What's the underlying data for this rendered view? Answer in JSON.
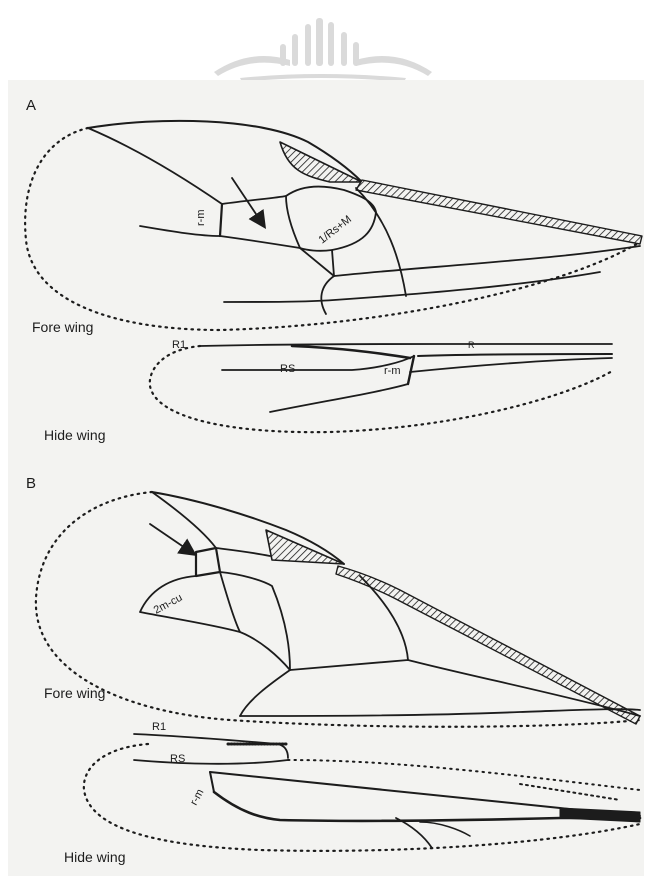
{
  "watermark": {
    "type": "university-seal"
  },
  "panels": [
    {
      "id": "A",
      "label": "A",
      "fore_wing": {
        "caption": "Fore wing",
        "vein_labels": [
          "r-m",
          "1/Rs+M"
        ]
      },
      "hind_wing": {
        "caption": "Hide wing",
        "vein_labels": [
          "R1",
          "RS",
          "r-m",
          "R"
        ]
      }
    },
    {
      "id": "B",
      "label": "B",
      "fore_wing": {
        "caption": "Fore wing",
        "vein_labels": [
          "2m-cu"
        ]
      },
      "hind_wing": {
        "caption": "Hide wing",
        "vein_labels": [
          "R1",
          "RS",
          "r-m"
        ]
      }
    }
  ],
  "colors": {
    "ink": "#1c1c1c",
    "paper": "#f3f3f1",
    "seal": "#d6d6d6"
  }
}
